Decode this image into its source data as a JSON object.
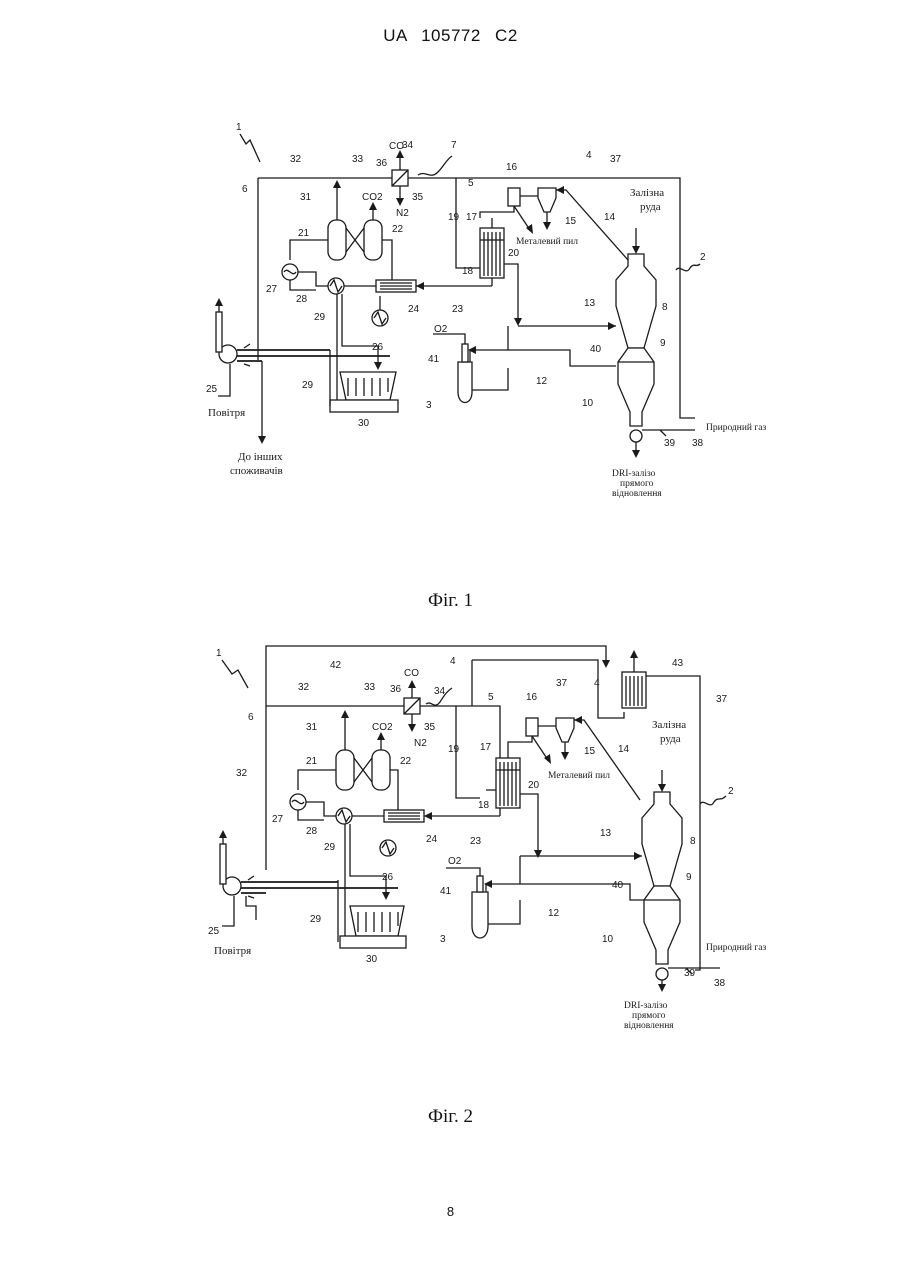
{
  "header": {
    "patent_id": "UA   105772   C2"
  },
  "figure1": {
    "caption": "Фіг. 1",
    "labels": {
      "n1": "1",
      "n2": "2",
      "n3": "3",
      "n4": "4",
      "n5": "5",
      "n6": "6",
      "n7": "7",
      "n8": "8",
      "n9": "9",
      "n10": "10",
      "n12": "12",
      "n13": "13",
      "n14": "14",
      "n15": "15",
      "n16": "16",
      "n17": "17",
      "n18": "18",
      "n19": "19",
      "n20": "20",
      "n21": "21",
      "n22": "22",
      "n23": "23",
      "n24": "24",
      "n25": "25",
      "n26": "26",
      "n27": "27",
      "n28": "28",
      "n29": "29",
      "n29b": "29",
      "n30": "30",
      "n31": "31",
      "n32": "32",
      "n33": "33",
      "n34": "34",
      "n35": "35",
      "n36": "36",
      "n37": "37",
      "n38": "38",
      "n39": "39",
      "n40": "40",
      "n41": "41",
      "co": "CO",
      "co2": "CO2",
      "n2gas": "N2",
      "o2": "O2",
      "iron_ore_1": "Залізна",
      "iron_ore_2": "руда",
      "metal_dust": "Металевий пил",
      "air": "Повітря",
      "other_1": "До інших",
      "other_2": "споживачів",
      "natural_gas": "Природний газ",
      "dri_1": "DRI-залізо",
      "dri_2": "прямого",
      "dri_3": "відновлення"
    }
  },
  "figure2": {
    "caption": "Фіг. 2",
    "labels": {
      "n1": "1",
      "n2": "2",
      "n3": "3",
      "n4a": "4",
      "n4b": "4",
      "n5": "5",
      "n6": "6",
      "n8": "8",
      "n9": "9",
      "n10": "10",
      "n12": "12",
      "n13": "13",
      "n14": "14",
      "n15": "15",
      "n16": "16",
      "n17": "17",
      "n18": "18",
      "n19": "19",
      "n20": "20",
      "n21": "21",
      "n22": "22",
      "n23": "23",
      "n24": "24",
      "n25": "25",
      "n26": "26",
      "n27": "27",
      "n28": "28",
      "n29": "29",
      "n29b": "29",
      "n30": "30",
      "n31": "31",
      "n32": "32",
      "n32b": "32",
      "n33": "33",
      "n34": "34",
      "n35": "35",
      "n36": "36",
      "n37": "37",
      "n37b": "37",
      "n38": "38",
      "n39": "39",
      "n40": "40",
      "n41": "41",
      "n42": "42",
      "n43": "43",
      "co": "CO",
      "co2": "CO2",
      "n2gas": "N2",
      "o2": "O2",
      "iron_ore_1": "Залізна",
      "iron_ore_2": "руда",
      "metal_dust": "Металевий пил",
      "air": "Повітря",
      "natural_gas": "Природний газ",
      "dri_1": "DRI-залізо",
      "dri_2": "прямого",
      "dri_3": "відновлення"
    }
  },
  "page_number": "8"
}
